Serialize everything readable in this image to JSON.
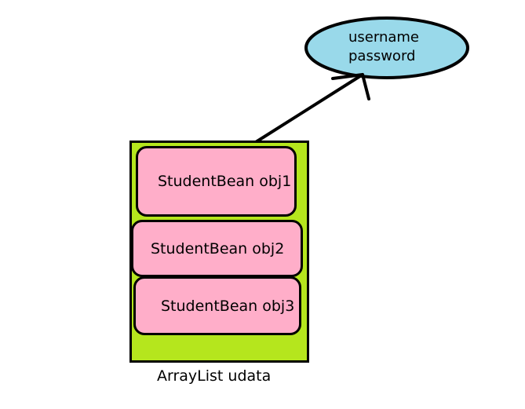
{
  "diagram": {
    "ellipse": {
      "line1": "username",
      "line2": "password",
      "fill": "#99d9ea"
    },
    "container": {
      "label": "ArrayList udata",
      "fill": "#b5e61d"
    },
    "items": [
      {
        "label": "StudentBean obj1"
      },
      {
        "label": "StudentBean obj2"
      },
      {
        "label": "StudentBean obj3"
      }
    ],
    "item_fill": "#ffaec9"
  }
}
